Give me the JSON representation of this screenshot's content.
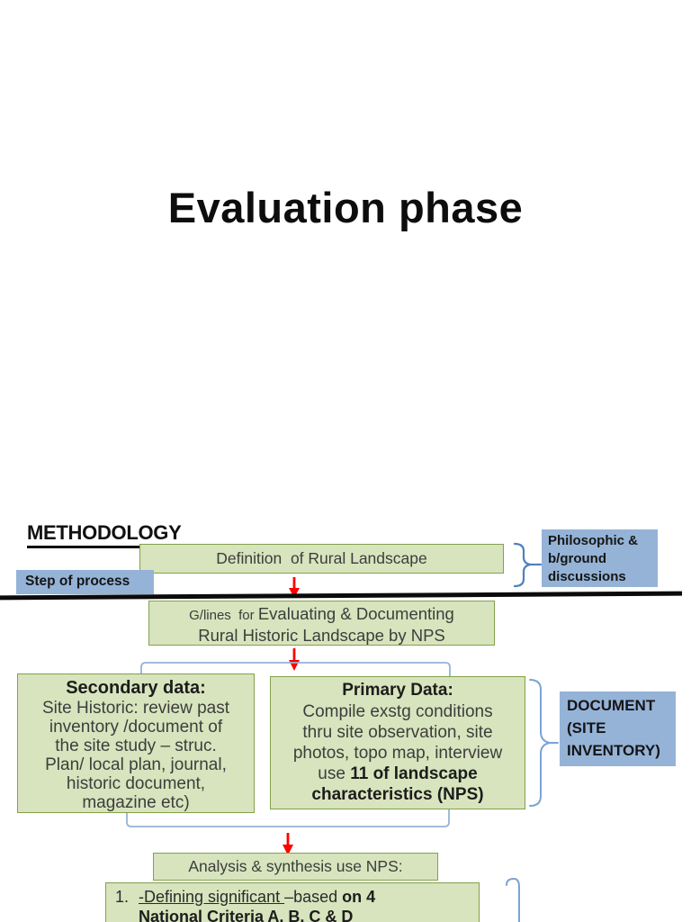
{
  "slide": {
    "title": "Evaluation phase",
    "section_heading": "METHODOLOGY"
  },
  "flowchart": {
    "definition_box": {
      "text": "Definition  of Rural Landscape"
    },
    "philosophic_note": {
      "lines": [
        "Philosophic &",
        "b/ground",
        "discussions"
      ]
    },
    "step_of_process_label": "Step of process",
    "guidelines_box": {
      "prefix": "G/lines  for ",
      "line1_rest": "Evaluating & Documenting",
      "line2": "Rural Historic Landscape by NPS"
    },
    "secondary_box": {
      "heading": "Secondary data:",
      "body_lines": [
        "Site Historic: review past",
        "inventory /document of",
        "the site study – struc.",
        "Plan/ local plan, journal,",
        "historic document,",
        "magazine etc)"
      ]
    },
    "primary_box": {
      "heading": "Primary Data:",
      "line1": "Compile exstg conditions",
      "line2": "thru site observation, site",
      "line3": "photos, topo map, interview",
      "line4_regular": "use ",
      "line4_bold": "11 of landscape",
      "line5_bold": "characteristics (NPS)"
    },
    "document_note": {
      "lines": [
        "DOCUMENT",
        "(SITE",
        "INVENTORY)"
      ]
    },
    "analysis_box": {
      "text": "Analysis & synthesis use NPS:"
    },
    "criteria_box": {
      "number": "1.",
      "underlined": "-Defining significant ",
      "middle": "–based ",
      "bold_tail": "on 4",
      "line2_bold": "National Criteria A, B, C & D"
    }
  },
  "colors": {
    "page_bg": "#ffffff",
    "green_fill": "#d7e4bd",
    "green_border": "#84a04d",
    "blue_fill": "#95b3d7",
    "connector_blue": "#95b3d7",
    "bracket_blue": "#4f81bd",
    "bracket_blue2": "#7ba3d4",
    "arrow_red": "#fe0000",
    "divider_black": "#0b0b0b"
  }
}
